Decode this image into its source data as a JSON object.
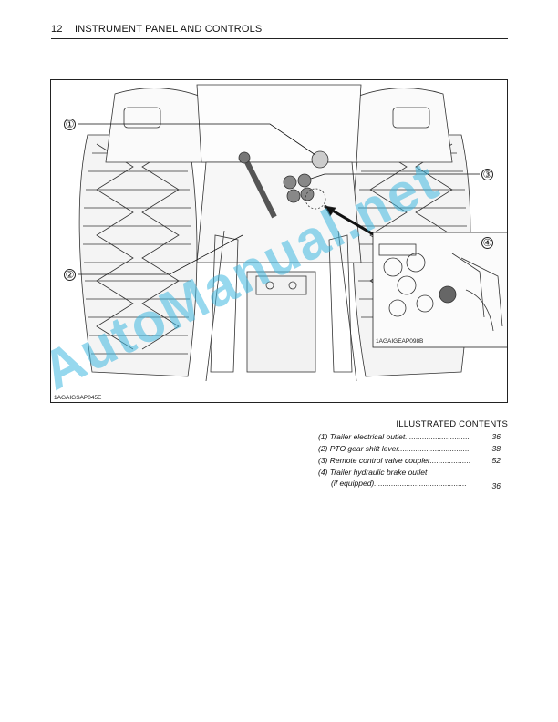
{
  "header": {
    "page_number": "12",
    "title": "INSTRUMENT PANEL AND CONTROLS"
  },
  "figure": {
    "main_code": "1AGAIGSAP045E",
    "inset_code": "1AGAIGEAP098B",
    "callouts": [
      "①",
      "②",
      "③",
      "④"
    ]
  },
  "contents": {
    "heading": "ILLUSTRATED CONTENTS",
    "items": [
      {
        "label": "(1) Trailer electrical outlet..............................",
        "page": "36"
      },
      {
        "label": "(2) PTO gear shift lever.................................",
        "page": "38"
      },
      {
        "label": "(3) Remote control valve coupler...................",
        "page": "52"
      },
      {
        "label": "(4) Trailer hydraulic brake outlet",
        "label2": "(if equipped)...........................................",
        "page": "36"
      }
    ]
  },
  "watermark": {
    "text": "AutoManual.net",
    "color": "#40b8e0"
  }
}
